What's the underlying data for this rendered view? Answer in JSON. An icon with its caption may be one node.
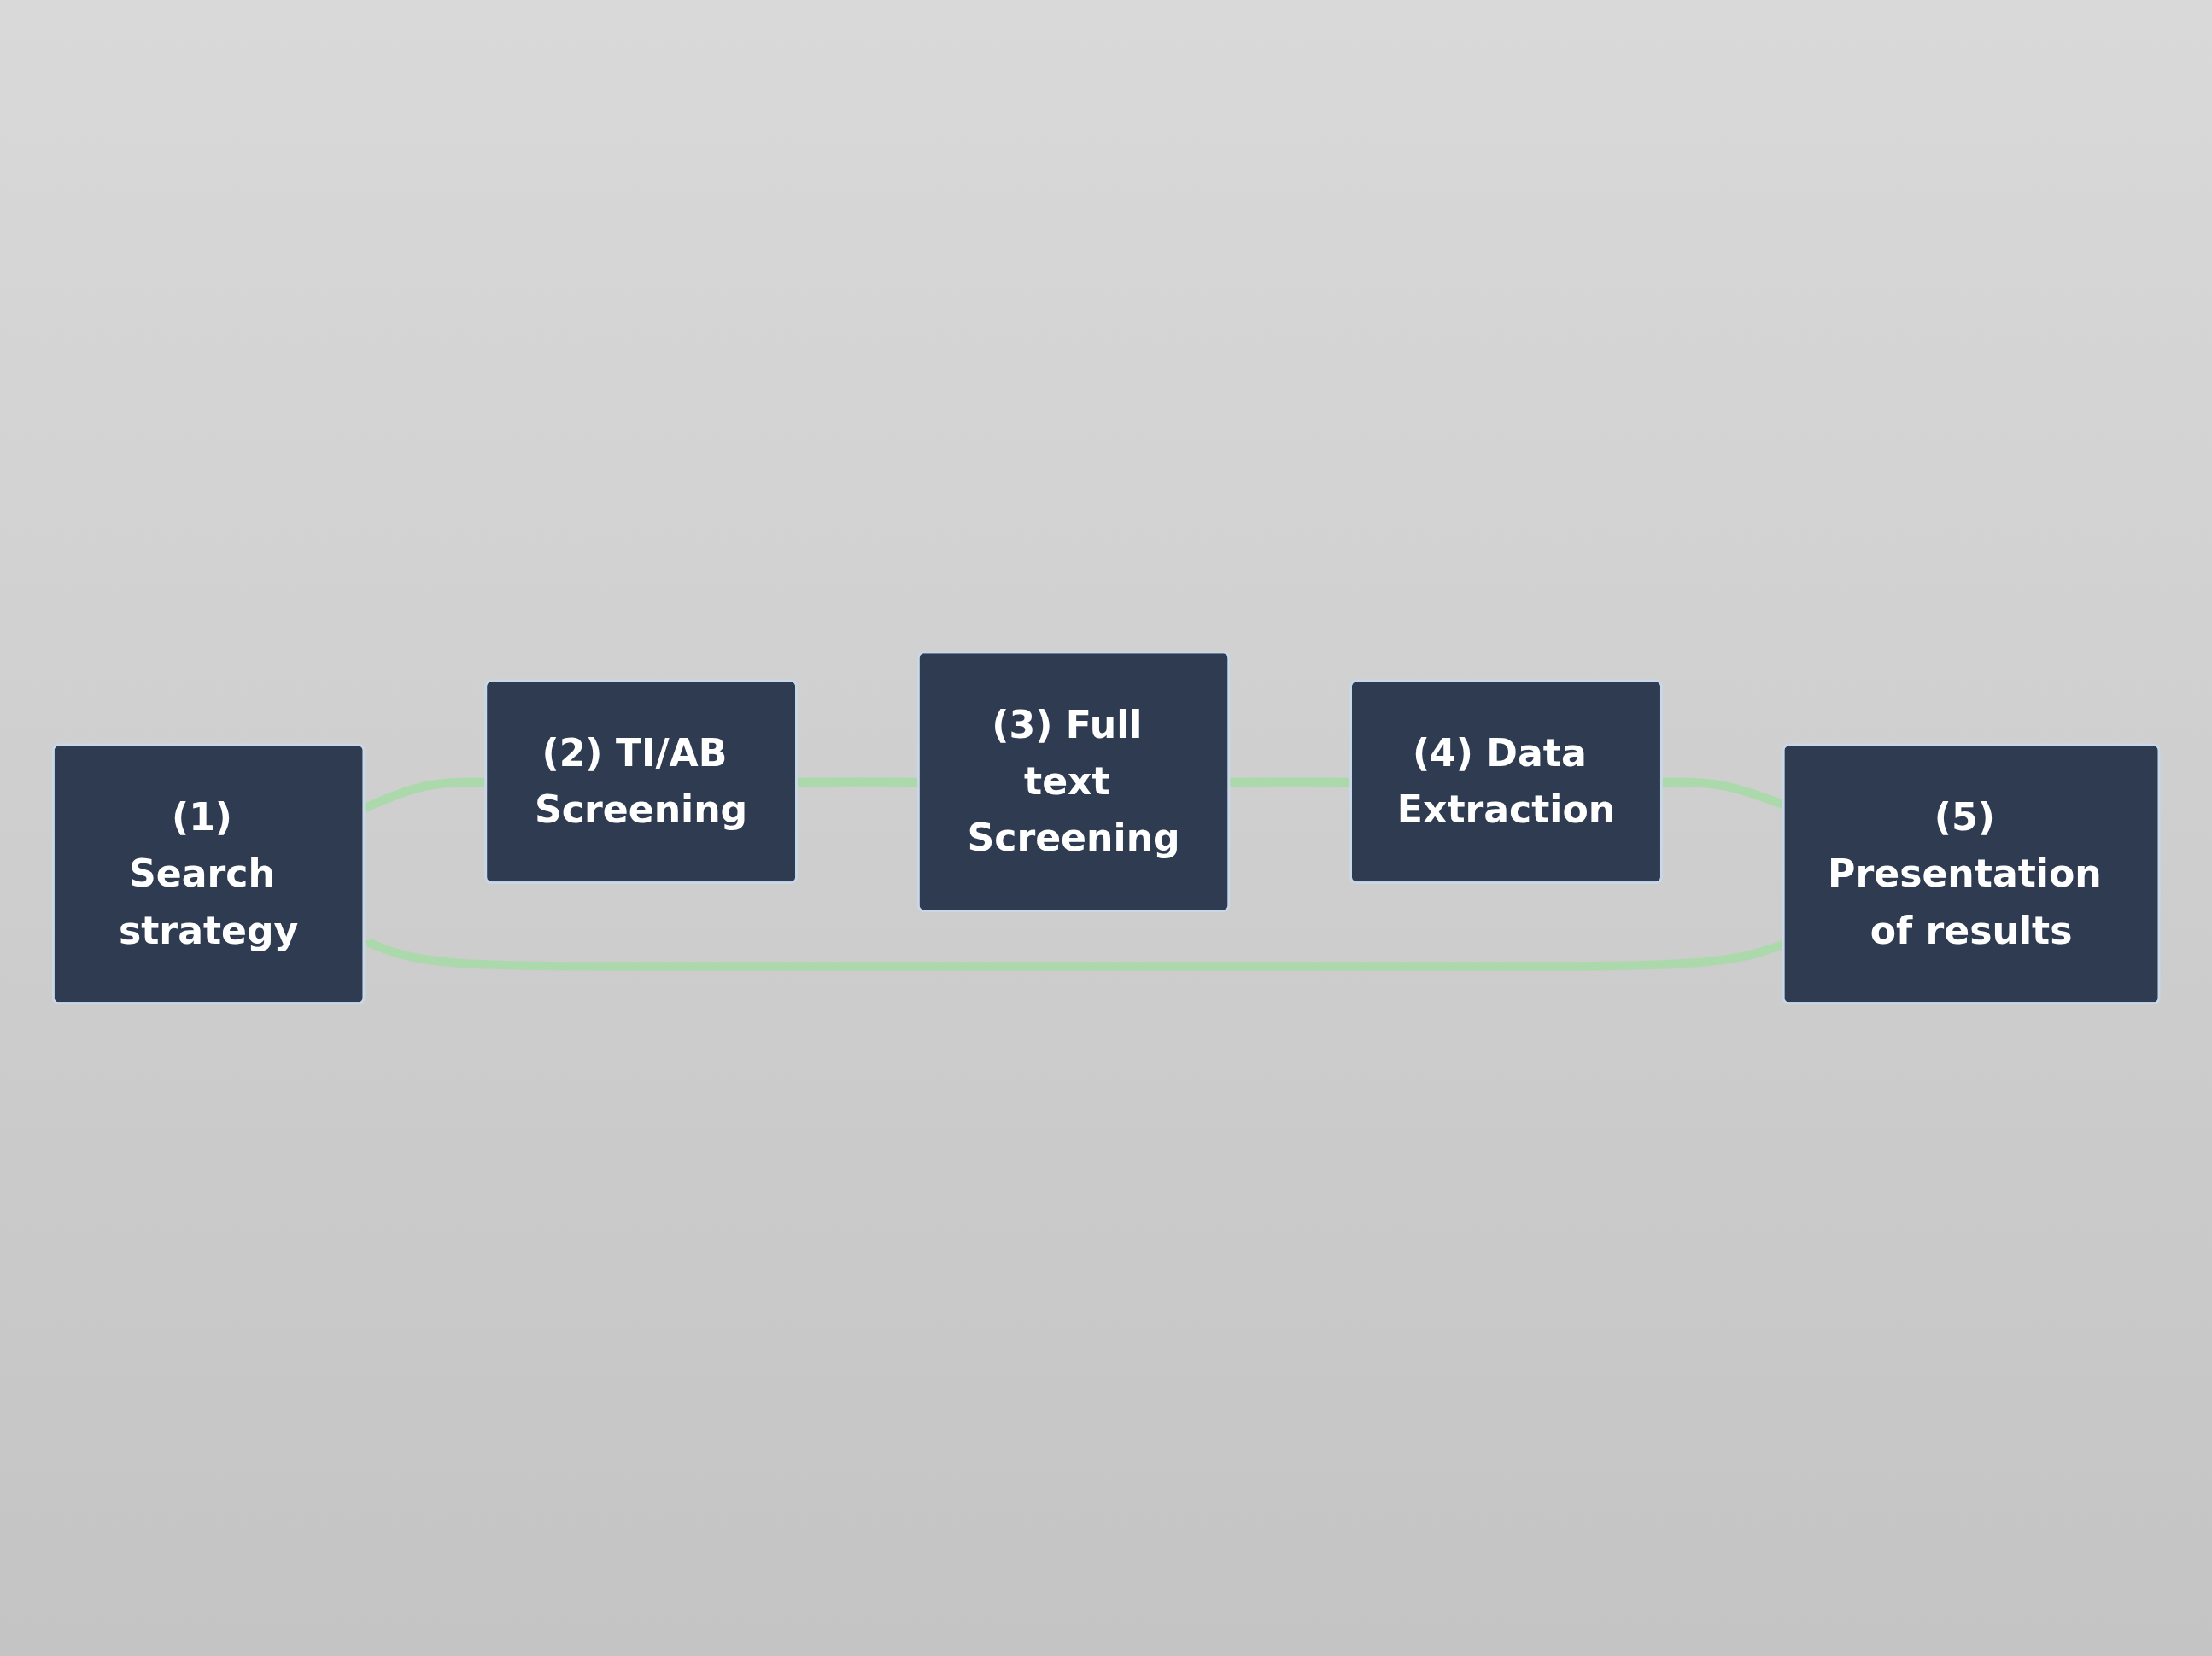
{
  "diagram": {
    "nodes": [
      {
        "text": [
          "(1) Search strategy"
        ]
      },
      {
        "text": [
          "(2) TI/AB Screening"
        ]
      },
      {
        "text": [
          "(3) Full text Screening"
        ]
      },
      {
        "text": [
          "(4) Data Extraction"
        ]
      },
      {
        "text": [
          "(5) Presentation of results"
        ]
      }
    ],
    "edges": [
      {
        "from": 0,
        "to": 1,
        "arrow": "none"
      },
      {
        "from": 1,
        "to": 2,
        "arrow": "none"
      },
      {
        "from": 2,
        "to": 3,
        "arrow": "none"
      },
      {
        "from": 3,
        "to": 4,
        "arrow": "none"
      },
      {
        "from": 4,
        "to": 0,
        "arrow": "to"
      }
    ]
  }
}
